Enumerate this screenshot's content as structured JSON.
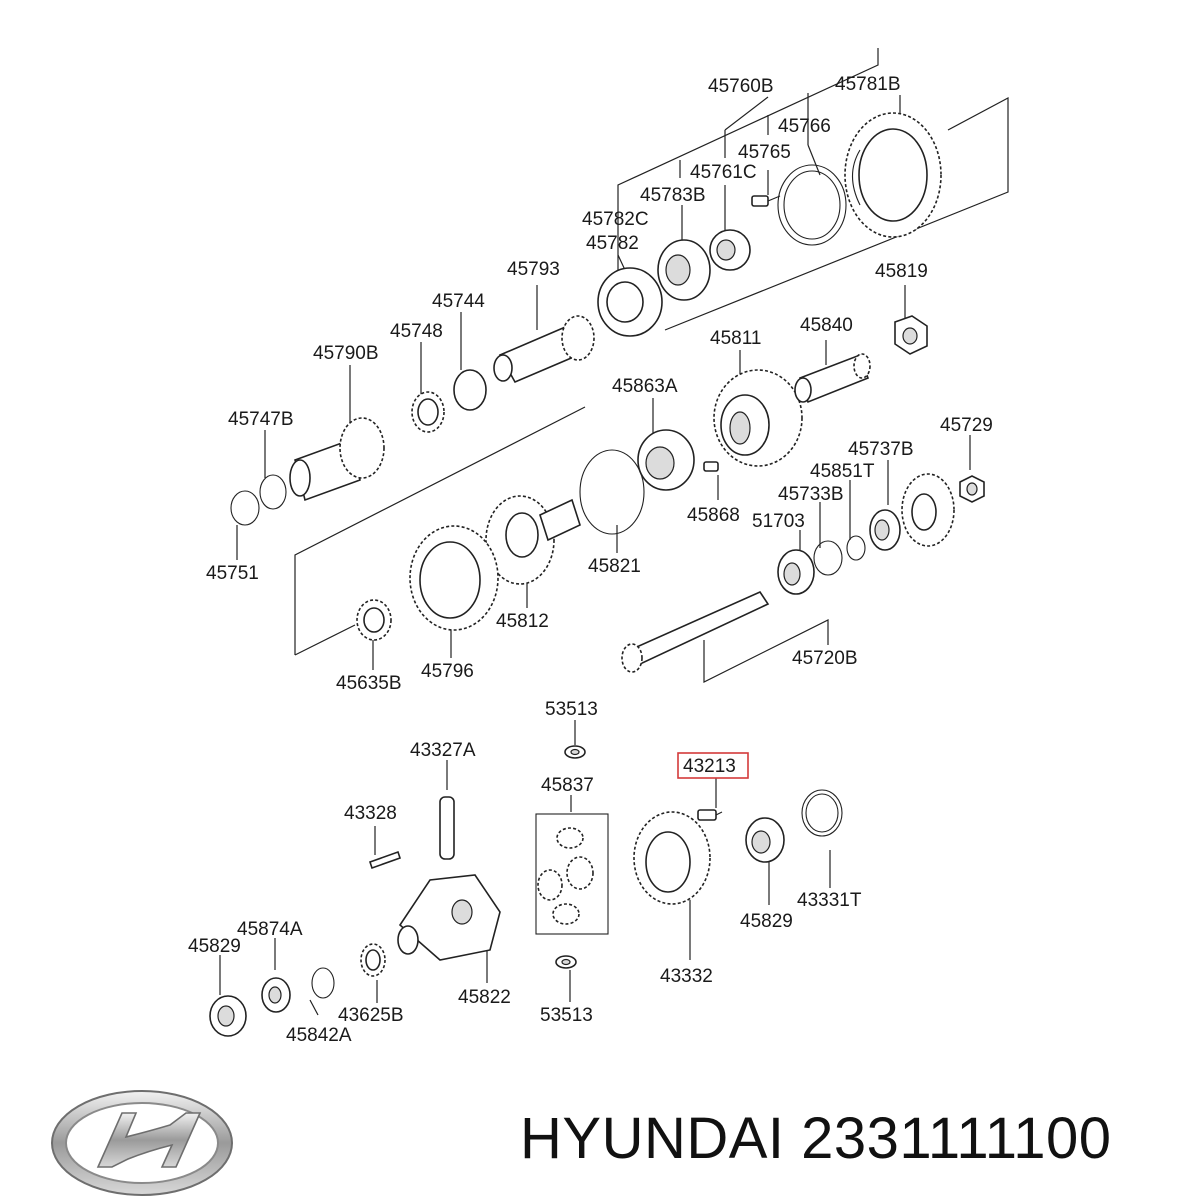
{
  "brand": {
    "name": "HYUNDAI",
    "part_number": "2331111100",
    "logo_icon": "hyundai-logo-icon"
  },
  "highlight_color": "#d43a3a",
  "labels": {
    "l45760B": "45760B",
    "l45781B": "45781B",
    "l45766": "45766",
    "l45765": "45765",
    "l45761C": "45761C",
    "l45783B": "45783B",
    "l45782C": "45782C",
    "l45782": "45782",
    "l45793": "45793",
    "l45819": "45819",
    "l45744": "45744",
    "l45748": "45748",
    "l45790B": "45790B",
    "l45811": "45811",
    "l45840": "45840",
    "l45863A": "45863A",
    "l45747B": "45747B",
    "l45729": "45729",
    "l45737B": "45737B",
    "l45851T": "45851T",
    "l45733B": "45733B",
    "l45868": "45868",
    "l51703": "51703",
    "l45751": "45751",
    "l45821": "45821",
    "l45812": "45812",
    "l45720B": "45720B",
    "l45635B": "45635B",
    "l45796": "45796",
    "l53513a": "53513",
    "l43327A": "43327A",
    "l43213": "43213",
    "l45837": "45837",
    "l43328": "43328",
    "l43331T": "43331T",
    "l45874A": "45874A",
    "l45829a": "45829",
    "l45829b": "45829",
    "l43332": "43332",
    "l45822": "45822",
    "l43625B": "43625B",
    "l53513b": "53513",
    "l45842A": "45842A"
  }
}
